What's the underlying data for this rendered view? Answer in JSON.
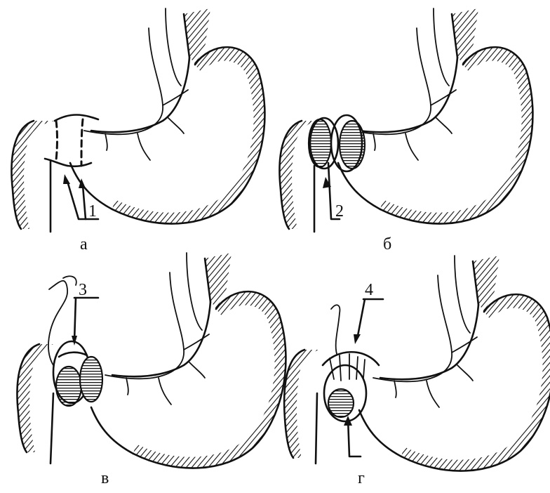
{
  "panels": [
    {
      "letter": "а",
      "label": "1"
    },
    {
      "letter": "б",
      "label": "2"
    },
    {
      "letter": "в",
      "label": "3"
    },
    {
      "letter": "г",
      "label": "4"
    }
  ]
}
